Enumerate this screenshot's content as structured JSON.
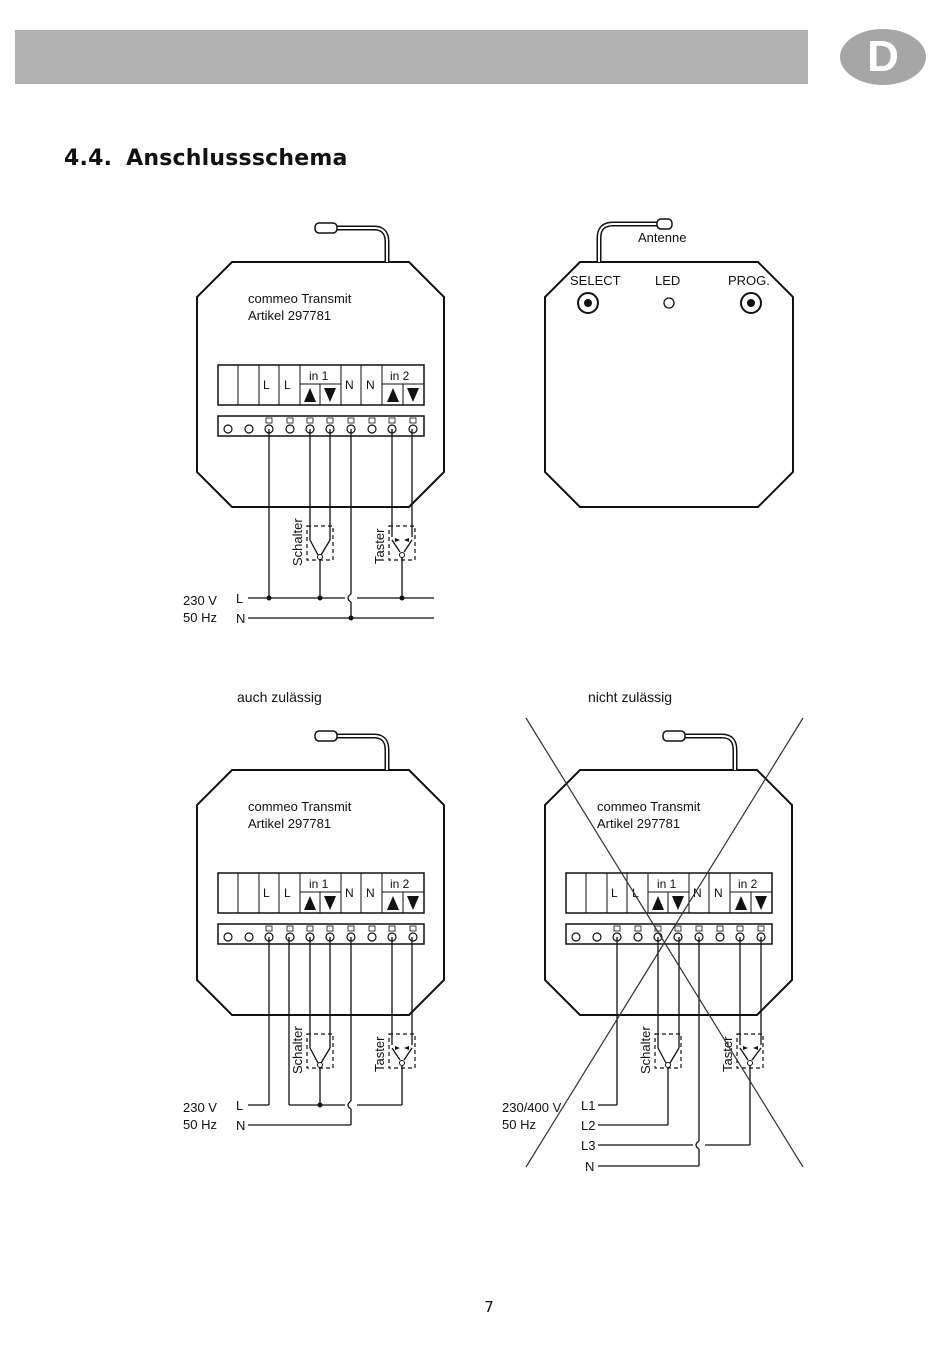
{
  "header": {
    "lang_badge": "D"
  },
  "section": {
    "number": "4.4.",
    "title": "Anschlussschema"
  },
  "device": {
    "line1": "commeo Transmit",
    "line2": "Artikel 297781"
  },
  "terminals": {
    "L": "L",
    "N": "N",
    "in1": "in 1",
    "in2": "in 2"
  },
  "back_panel": {
    "antenna": "Antenne",
    "select": "SELECT",
    "led": "LED",
    "prog": "PROG."
  },
  "switches": {
    "schalter": "Schalter",
    "taster": "Taster"
  },
  "supply_single": {
    "voltage": "230 V",
    "frequency": "50 Hz",
    "L": "L",
    "N": "N"
  },
  "supply_three": {
    "voltage": "230/400 V",
    "frequency": "50 Hz",
    "L1": "L1",
    "L2": "L2",
    "L3": "L3",
    "N": "N"
  },
  "captions": {
    "allowed": "auch zulässig",
    "not_allowed": "nicht zulässig"
  },
  "footer": {
    "page_number": "7"
  }
}
